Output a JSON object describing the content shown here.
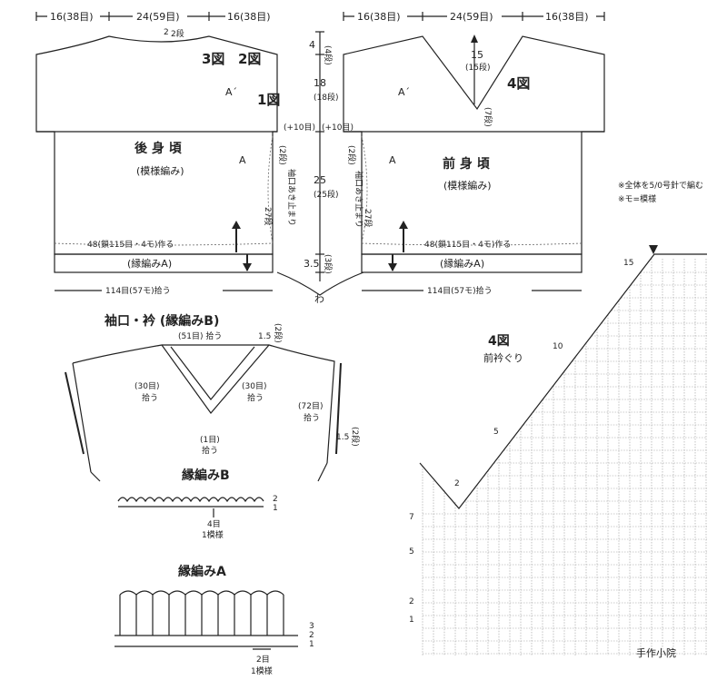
{
  "top_dims": {
    "back_left": "16(38目)",
    "back_mid": "24(59目)",
    "back_right": "16(38目)",
    "front_left": "16(38目)",
    "front_mid": "24(59目)",
    "front_right": "16(38目)"
  },
  "back": {
    "title": "後 身 頃",
    "subtitle": "(模様編み)",
    "label_a": "A",
    "label_a_prime": "A´",
    "fig3": "3図",
    "fig2": "2図",
    "fig1": "1図",
    "neck_rows": "2段",
    "neck_mark": "2",
    "bottom_note": "48(鎖115目・4モ)作る",
    "border": "(縁編みA)",
    "pickup": "114目(57モ)拾う",
    "side_rows": "27段",
    "side_top": "(2段)",
    "side_plus": "(+10目)"
  },
  "center_dims": {
    "v1": "4",
    "v1r": "(4段)",
    "v2": "18",
    "v2r": "(18段)",
    "v3": "25",
    "v3r": "(25段)",
    "v4": "3.5",
    "v4r": "(3段)",
    "plus10": "(+10目)",
    "loop": "わ"
  },
  "front": {
    "title": "前 身 頃",
    "subtitle": "(模様編み)",
    "label_a": "A",
    "label_a_prime": "A´",
    "fig4": "4図",
    "v_depth": "15",
    "v_depth_rows": "(15段)",
    "v_bottom": "(7段)",
    "bottom_note": "48(鎖115目・4モ)作る",
    "border": "(縁編みA)",
    "pickup": "114目(57モ)拾う",
    "side_rows": "27段",
    "side_top": "(2段)"
  },
  "slit": "袖口あき止まり",
  "notes": {
    "n1": "※全体を5/0号針で編む",
    "n2": "※モ=模様"
  },
  "cuff": {
    "title": "袖口・衿 (縁編みB)",
    "p51": "(51目) 拾う",
    "p30l": "(30目)",
    "p30l2": "拾う",
    "p30r": "(30目)",
    "p30r2": "拾う",
    "p1": "(1目)",
    "p1b": "拾う",
    "p72": "(72目)",
    "p72b": "拾う",
    "h15": "1.5",
    "h15r": "(2段)",
    "h15b": "1.5",
    "h15br": "(2段)"
  },
  "edgeB": {
    "title": "縁編みB",
    "r2": "2",
    "r1": "1",
    "rep": "4目",
    "rep2": "1模様"
  },
  "edgeA": {
    "title": "縁編みA",
    "r3": "3",
    "r2": "2",
    "r1": "1",
    "rep": "2目",
    "rep2": "1模様"
  },
  "fig4_chart": {
    "title": "4図",
    "subtitle": "前衿ぐり",
    "rows": [
      "15",
      "10",
      "5",
      "2",
      "7",
      "5",
      "2",
      "1"
    ]
  },
  "watermark": "手作小院"
}
